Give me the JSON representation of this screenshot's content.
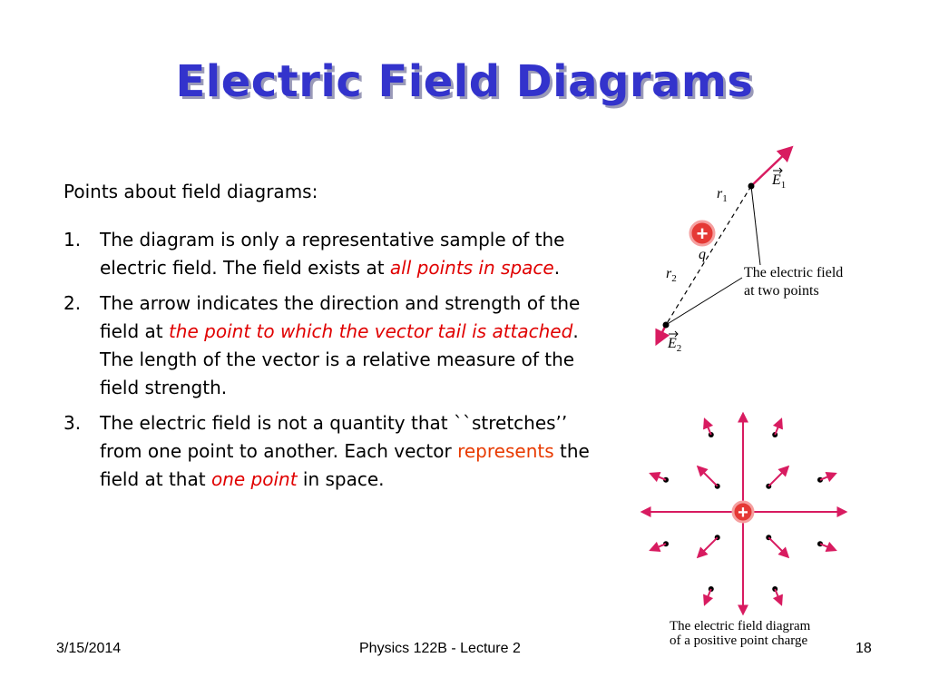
{
  "slide": {
    "title": "Electric Field Diagrams",
    "intro": "Points about field diagrams:",
    "items": [
      {
        "num": "1.",
        "t1": "The diagram is only a representative sample of the electric field.  The field exists at ",
        "e1": "all points in space",
        "t2": "."
      },
      {
        "num": "2.",
        "t1": "The arrow indicates the direction and strength of the field at ",
        "e1": "the point to which the vector tail is attached",
        "t2": ".  The length of the vector is a relative measure of the field strength."
      },
      {
        "num": "3.",
        "t1": "The electric field is not a quantity that ``stretches’’ from one point to another.  Each vector ",
        "r1": "represents",
        "t2": " the field at that ",
        "e2": "one point",
        "t3": " in space."
      }
    ]
  },
  "figure_top": {
    "charge_sign": "+",
    "charge_label": "q",
    "r1_label": "r",
    "r1_sub": "1",
    "r2_label": "r",
    "r2_sub": "2",
    "e1_label": "E",
    "e1_sub": "1",
    "e2_label": "E",
    "e2_sub": "2",
    "caption_line1": "The electric field",
    "caption_line2": "at two points"
  },
  "figure_bottom": {
    "charge_sign": "+",
    "caption_line1": "The electric field diagram",
    "caption_line2": "of a positive point charge"
  },
  "footer": {
    "date": "3/15/2014",
    "course": "Physics 122B  -  Lecture 2",
    "page": "18"
  },
  "colors": {
    "title": "#3333cc",
    "title_shadow": "#9a9ab8",
    "emphasis": "#e00000",
    "represents": "#e83a00",
    "arrow": "#d81b60",
    "charge_fill": "#e53935",
    "charge_ring": "#f5a0a0"
  },
  "icons": [
    "positive-charge-icon",
    "field-vector-arrow",
    "field-point-dot"
  ]
}
